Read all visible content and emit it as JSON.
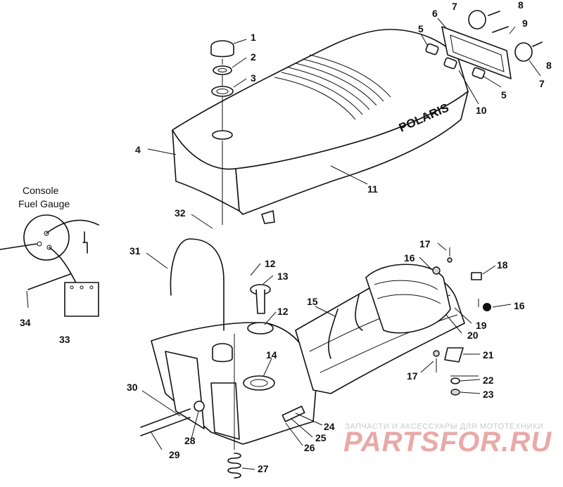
{
  "console_label": {
    "line1": "Console",
    "line2": "Fuel Gauge"
  },
  "seat_brand": "POLARIS",
  "watermark": {
    "tagline": "ЗАПЧАСТИ И АКСЕССУАРЫ ДЛЯ МОТОТЕХНИКИ",
    "logo": "PARTSFOR.RU"
  },
  "callouts": [
    "1",
    "2",
    "3",
    "4",
    "5",
    "6",
    "7",
    "8",
    "9",
    "8",
    "7",
    "5",
    "10",
    "11",
    "32",
    "31",
    "12",
    "13",
    "12",
    "15",
    "16",
    "17",
    "18",
    "16",
    "19",
    "20",
    "21",
    "17",
    "22",
    "23",
    "14",
    "30",
    "28",
    "29",
    "24",
    "25",
    "26",
    "27",
    "34",
    "33"
  ]
}
